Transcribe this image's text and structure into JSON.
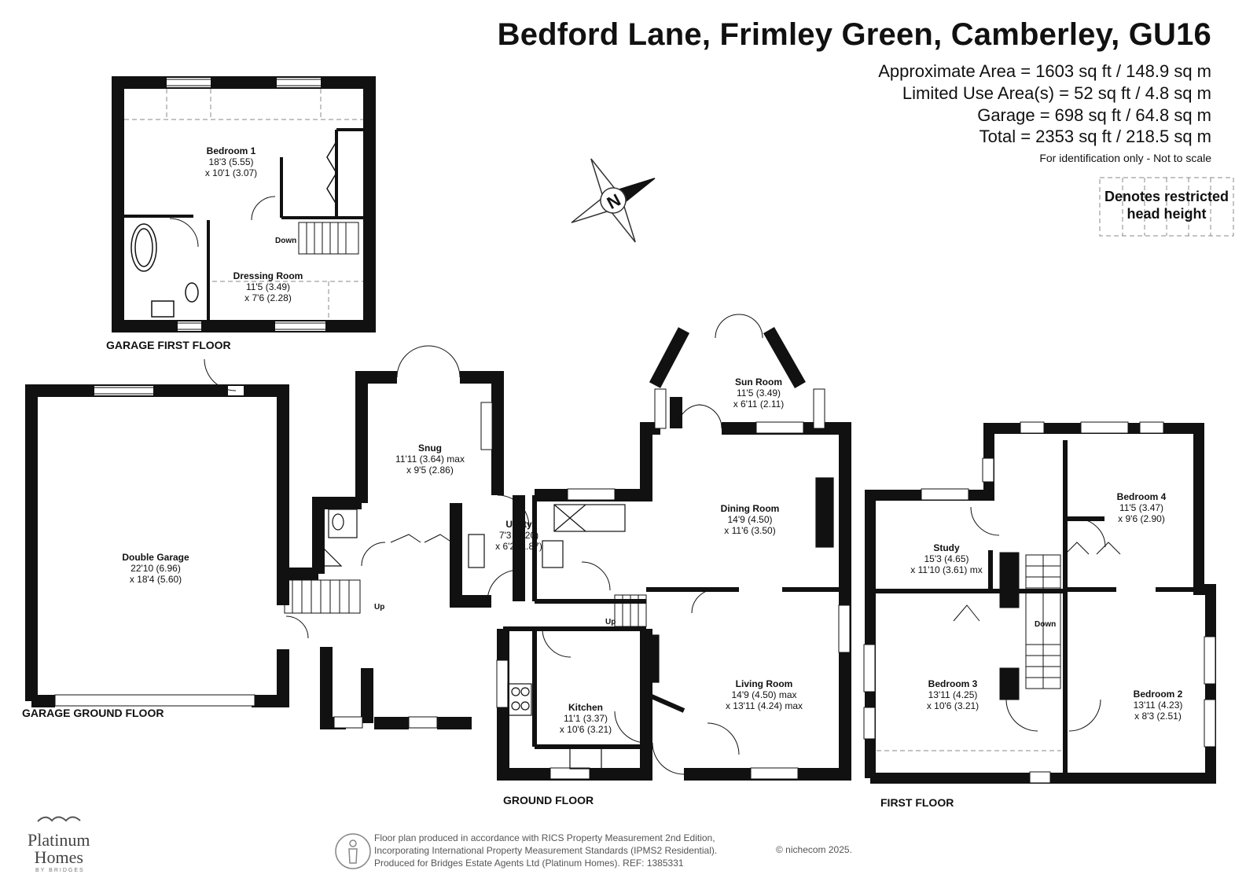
{
  "header": {
    "title": "Bedford Lane, Frimley Green, Camberley, GU16",
    "area_lines": [
      "Approximate Area = 1603 sq ft / 148.9 sq m",
      "Limited Use Area(s) = 52 sq ft / 4.8 sq m",
      "Garage = 698 sq ft / 64.8 sq m",
      "Total = 2353 sq ft / 218.5 sq m"
    ],
    "identification_note": "For identification only - Not to scale"
  },
  "legend": {
    "restricted_height": [
      "Denotes restricted",
      "head height"
    ]
  },
  "compass": {
    "letter": "N"
  },
  "floors": {
    "garage_first_floor": "GARAGE FIRST FLOOR",
    "garage_ground_floor": "GARAGE GROUND FLOOR",
    "ground_floor": "GROUND FLOOR",
    "first_floor": "FIRST FLOOR"
  },
  "rooms": {
    "bedroom1": {
      "name": "Bedroom 1",
      "dims": [
        "18'3 (5.55)",
        "x 10'1 (3.07)"
      ]
    },
    "dressing_room": {
      "name": "Dressing Room",
      "dims": [
        "11'5 (3.49)",
        "x 7'6 (2.28)"
      ]
    },
    "double_garage": {
      "name": "Double Garage",
      "dims": [
        "22'10 (6.96)",
        "x 18'4 (5.60)"
      ]
    },
    "snug": {
      "name": "Snug",
      "dims": [
        "11'11 (3.64) max",
        "x 9'5 (2.86)"
      ]
    },
    "utility": {
      "name": "Utility",
      "dims": [
        "7'3 (2.20)",
        "x 6'2 (1.87)"
      ]
    },
    "sun_room": {
      "name": "Sun Room",
      "dims": [
        "11'5 (3.49)",
        "x 6'11 (2.11)"
      ]
    },
    "dining_room": {
      "name": "Dining Room",
      "dims": [
        "14'9 (4.50)",
        "x 11'6 (3.50)"
      ]
    },
    "kitchen": {
      "name": "Kitchen",
      "dims": [
        "11'1 (3.37)",
        "x 10'6 (3.21)"
      ]
    },
    "living_room": {
      "name": "Living Room",
      "dims": [
        "14'9 (4.50) max",
        "x 13'11 (4.24) max"
      ]
    },
    "study": {
      "name": "Study",
      "dims": [
        "15'3 (4.65)",
        "x 11'10 (3.61) mx"
      ]
    },
    "bedroom4": {
      "name": "Bedroom 4",
      "dims": [
        "11'5 (3.47)",
        "x 9'6 (2.90)"
      ]
    },
    "bedroom3": {
      "name": "Bedroom 3",
      "dims": [
        "13'11 (4.25)",
        "x 10'6 (3.21)"
      ]
    },
    "bedroom2": {
      "name": "Bedroom 2",
      "dims": [
        "13'11 (4.23)",
        "x 8'3 (2.51)"
      ]
    }
  },
  "stairs": {
    "down": "Down",
    "up": "Up"
  },
  "footer": {
    "lines": [
      "Floor plan produced in accordance with RICS Property Measurement 2nd Edition,",
      "Incorporating International Property Measurement Standards (IPMS2 Residential).",
      "Produced for Bridges Estate Agents Ltd (Platinum Homes).   REF: 1385331"
    ],
    "copyright": "© nichecom 2025."
  },
  "logo": {
    "line1": "Platinum",
    "line2": "Homes",
    "tagline": "BY BRIDGES"
  }
}
